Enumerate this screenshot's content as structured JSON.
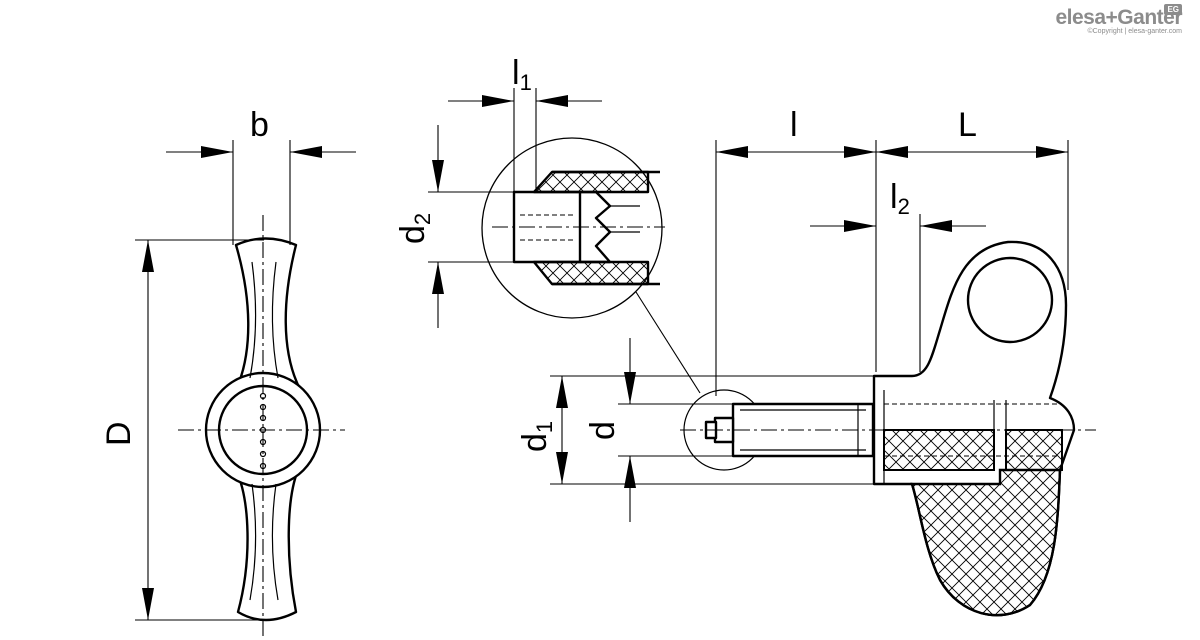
{
  "brand": {
    "name": "elesa+Ganter",
    "copyright": "©Copyright | elesa-ganter.com",
    "badge": "EG"
  },
  "dimensions": {
    "b": "b",
    "D": "D",
    "l1": {
      "base": "l",
      "sub": "1"
    },
    "d2": {
      "base": "d",
      "sub": "2"
    },
    "l": "l",
    "L": "L",
    "l2": {
      "base": "l",
      "sub": "2"
    },
    "d1": {
      "base": "d",
      "sub": "1"
    },
    "d": "d"
  }
}
